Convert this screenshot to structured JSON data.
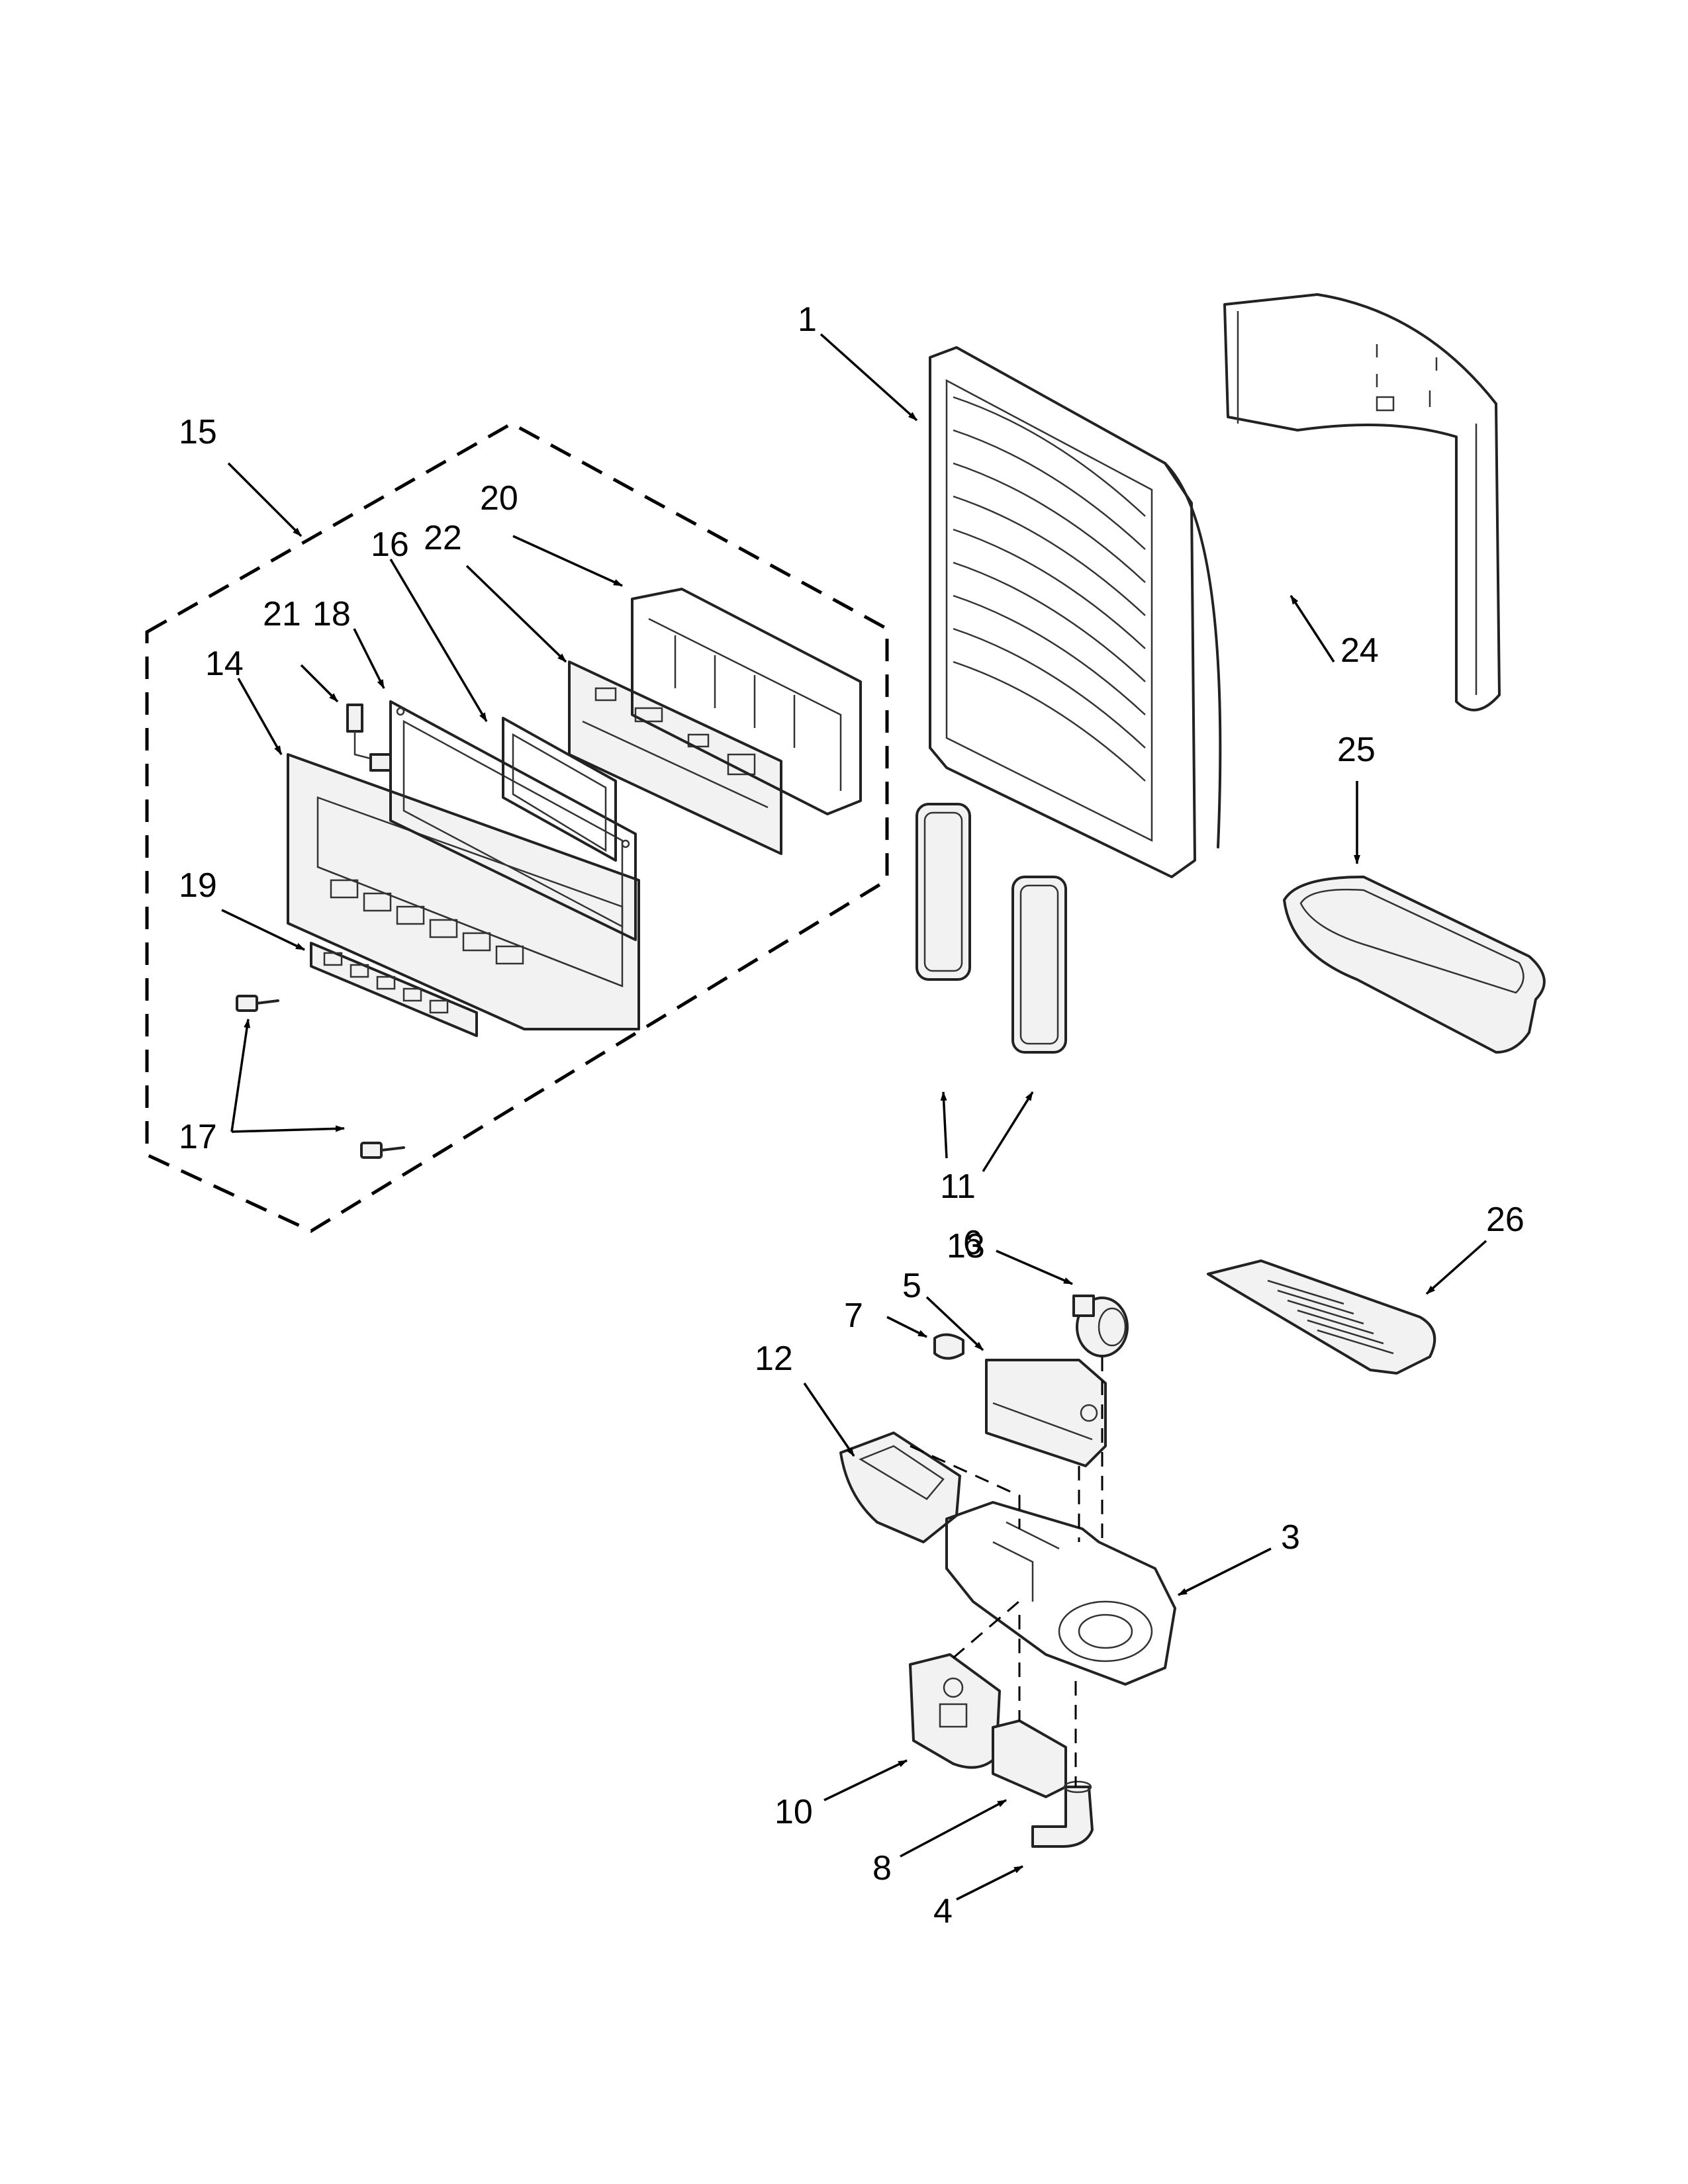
{
  "callouts": {
    "c1": "1",
    "c3": "3",
    "c4": "4",
    "c5": "5",
    "c6": "6",
    "c7": "7",
    "c8": "8",
    "c10": "10",
    "c11": "11",
    "c12": "12",
    "c13": "13",
    "c14": "14",
    "c15": "15",
    "c16": "16",
    "c17": "17",
    "c18": "18",
    "c19": "19",
    "c20": "20",
    "c21": "21",
    "c22": "22",
    "c24": "24",
    "c25": "25",
    "c26": "26"
  },
  "colors": {
    "line": "#222222",
    "background": "#ffffff",
    "part_fill": "#f2f2f2"
  }
}
